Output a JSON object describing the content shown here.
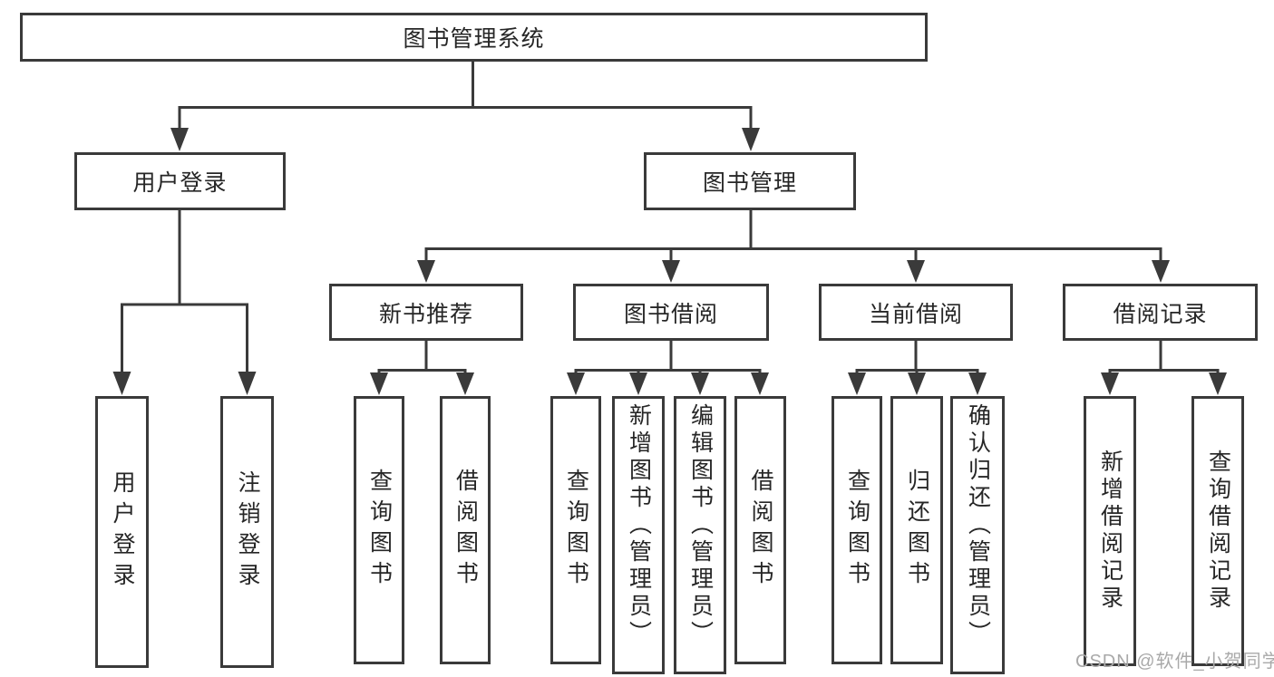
{
  "diagram": {
    "title": "图书管理系统",
    "colors": {
      "line": "#3a3a3a",
      "text": "#262626",
      "box_background": "#ffffff"
    },
    "root": {
      "label": "图书管理系统"
    },
    "level2": [
      {
        "label": "用户登录"
      },
      {
        "label": "图书管理"
      }
    ],
    "level3": [
      {
        "label": "新书推荐",
        "parent": "图书管理"
      },
      {
        "label": "图书借阅",
        "parent": "图书管理"
      },
      {
        "label": "当前借阅",
        "parent": "图书管理"
      },
      {
        "label": "借阅记录",
        "parent": "图书管理"
      }
    ],
    "leaves": [
      {
        "label": "用户登录",
        "parent": "用户登录"
      },
      {
        "label": "注销登录",
        "parent": "用户登录"
      },
      {
        "label": "查询图书",
        "parent": "新书推荐"
      },
      {
        "label": "借阅图书",
        "parent": "新书推荐"
      },
      {
        "label": "查询图书",
        "parent": "图书借阅"
      },
      {
        "label": "新增图书（管理员）",
        "parent": "图书借阅"
      },
      {
        "label": "编辑图书（管理员）",
        "parent": "图书借阅"
      },
      {
        "label": "借阅图书",
        "parent": "图书借阅"
      },
      {
        "label": "查询图书",
        "parent": "当前借阅"
      },
      {
        "label": "归还图书",
        "parent": "当前借阅"
      },
      {
        "label": "确认归还（管理员）",
        "parent": "当前借阅"
      },
      {
        "label": "新增借阅记录",
        "parent": "借阅记录"
      },
      {
        "label": "查询借阅记录",
        "parent": "借阅记录"
      }
    ]
  },
  "watermark": {
    "text": "CSDN @软件_小贺同学",
    "color": "#a9a9a9"
  }
}
